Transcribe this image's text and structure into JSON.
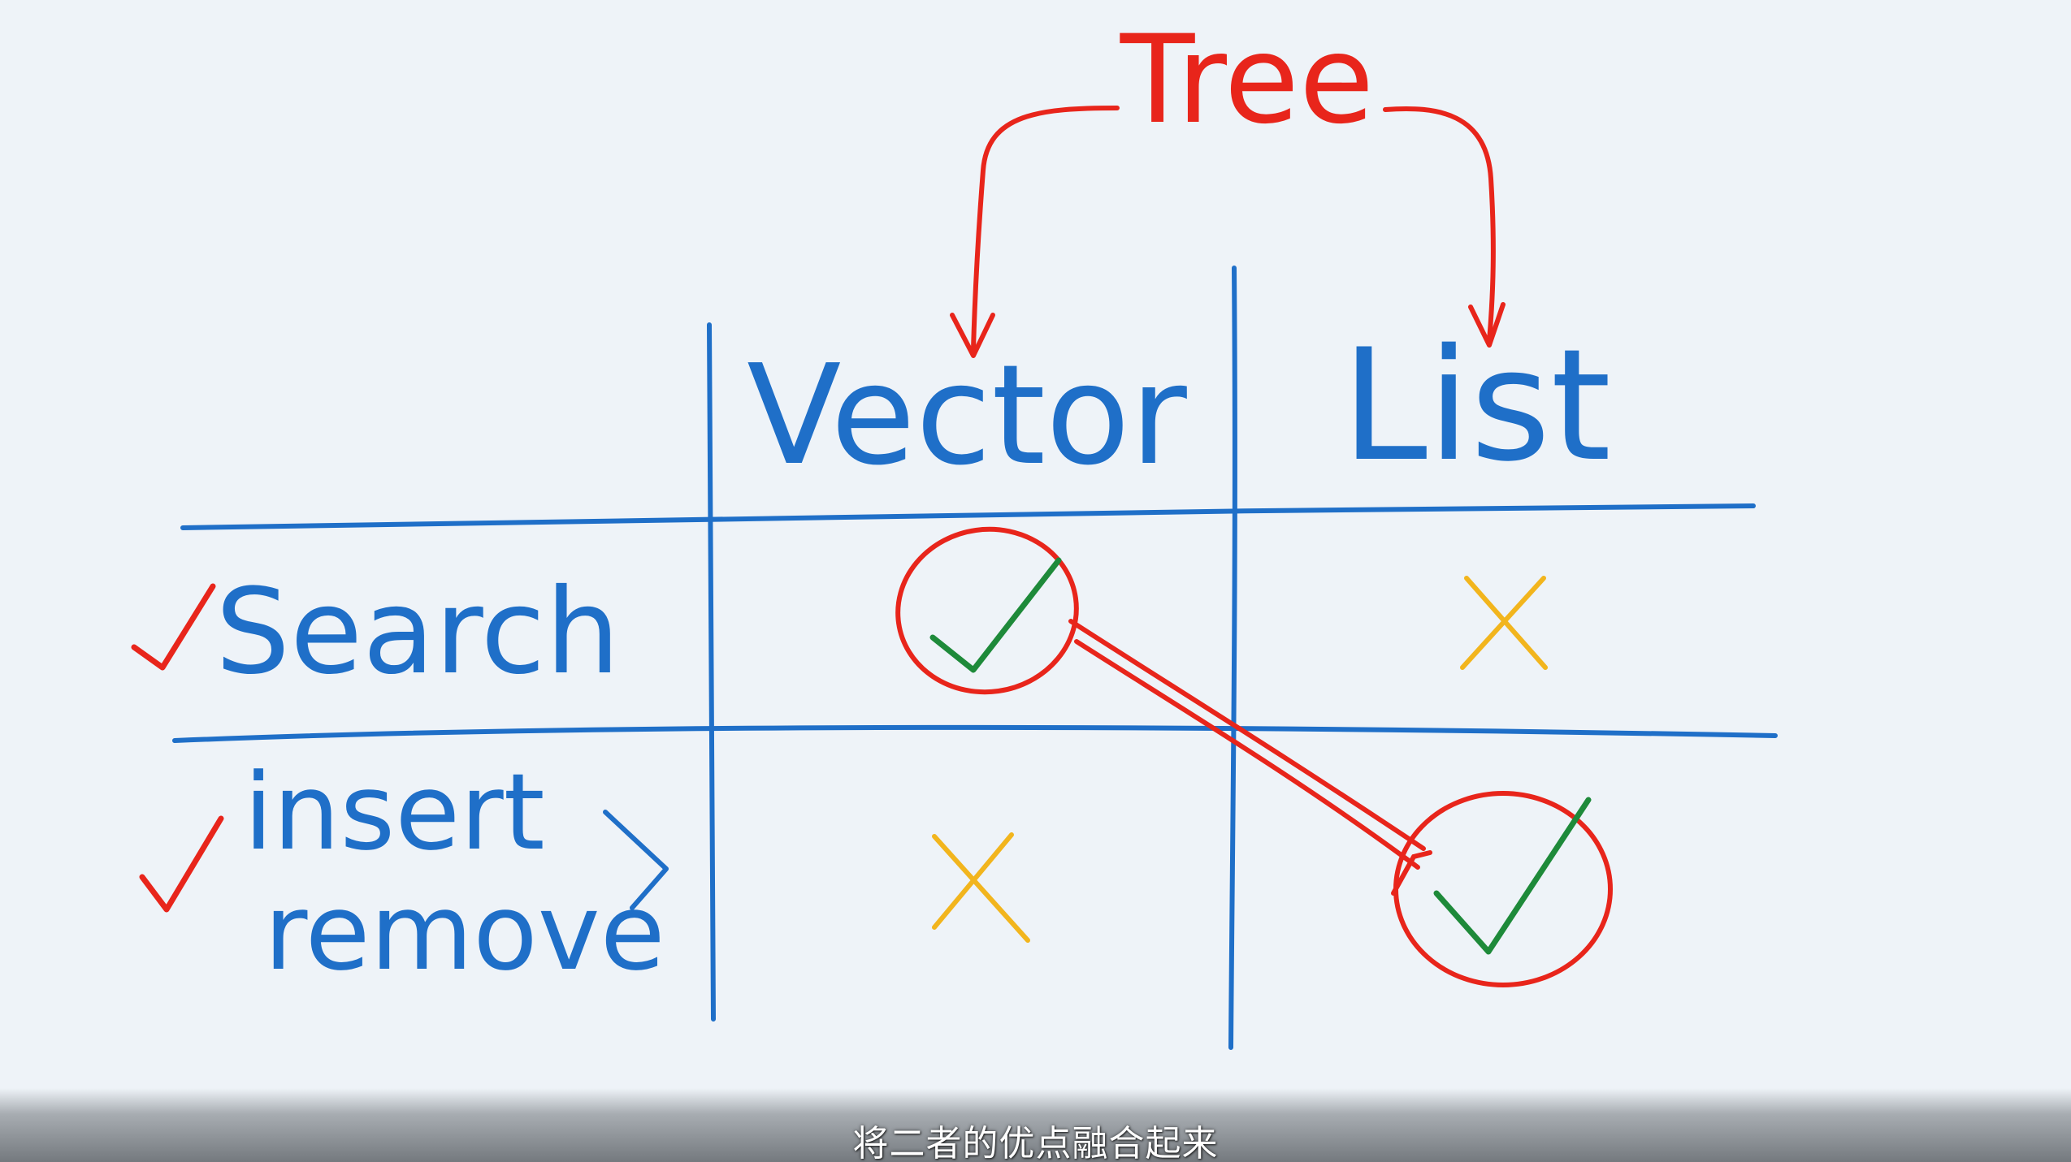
{
  "diagram": {
    "top_label": "Tree",
    "columns": [
      "Vector",
      "List"
    ],
    "rows": [
      {
        "label_lines": [
          "Search"
        ]
      },
      {
        "label_lines": [
          "insert",
          "remove"
        ]
      }
    ],
    "cells": [
      [
        "check",
        "cross"
      ],
      [
        "cross",
        "check"
      ]
    ],
    "colors": {
      "ink_blue": "#1f6fc8",
      "ink_red": "#e8251b",
      "check_green": "#1e8a3a",
      "cross_yellow": "#f2b51d"
    }
  },
  "subtitle": "将二者的优点融合起来"
}
